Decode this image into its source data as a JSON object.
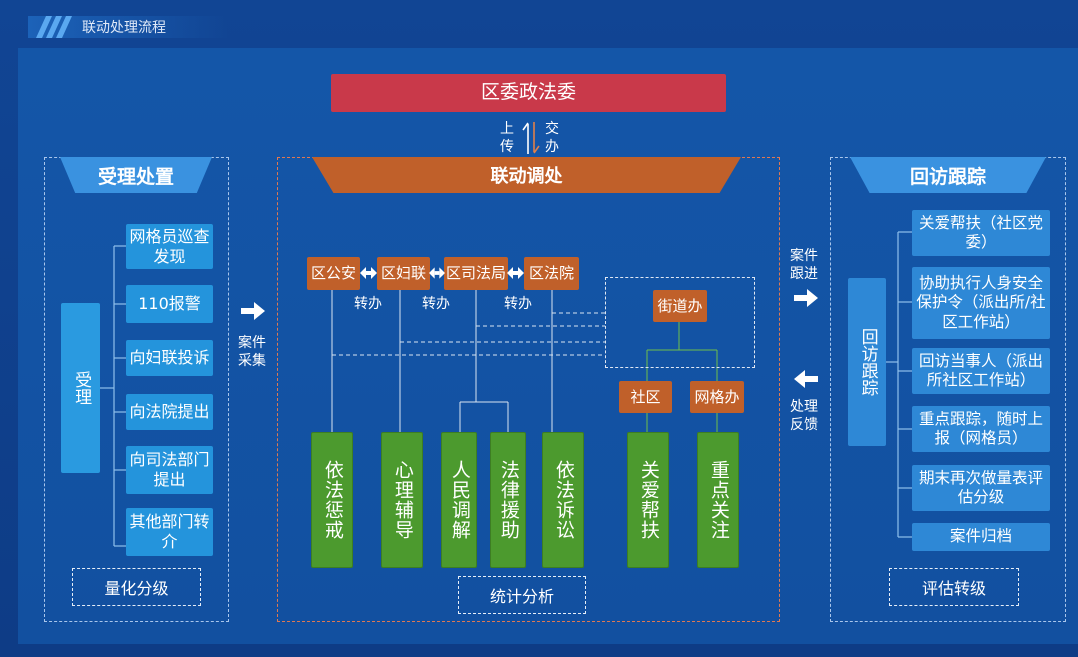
{
  "header": {
    "title": "联动处理流程"
  },
  "top": {
    "committee": "区委政法委",
    "up_label": "上传",
    "down_label": "交办"
  },
  "left": {
    "title": "受理处置",
    "accept_label": "受理",
    "items": [
      "网格员巡查发现",
      "110报警",
      "向妇联投诉",
      "向法院提出",
      "向司法部门提出",
      "其他部门转介"
    ],
    "footer": "量化分级"
  },
  "center": {
    "title": "联动调处",
    "agencies": [
      "区公安",
      "区妇联",
      "区司法局",
      "区法院"
    ],
    "transfer_label": "转办",
    "street": "街道办",
    "community": "社区",
    "grid_office": "网格办",
    "results": [
      "依法惩戒",
      "心理辅导",
      "人民调解",
      "法律援助",
      "依法诉讼",
      "关爱帮扶",
      "重点关注"
    ],
    "footer": "统计分析"
  },
  "arrows": {
    "collect": "案件采集",
    "follow": "案件跟进",
    "feedback": "处理反馈"
  },
  "right": {
    "title": "回访跟踪",
    "track_label": "回访跟踪",
    "items": [
      "关爱帮扶（社区党委）",
      "协助执行人身安全保护令（派出所/社区工作站）",
      "回访当事人（派出所社区工作站）",
      "重点跟踪，随时上报（网格员）",
      "期末再次做量表评估分级",
      "案件归档"
    ],
    "footer": "评估转级"
  },
  "colors": {
    "background": "#1250a0",
    "red": "#c9394a",
    "orange": "#c0602a",
    "green": "#4c9a2e",
    "blue": "#2494dc"
  }
}
